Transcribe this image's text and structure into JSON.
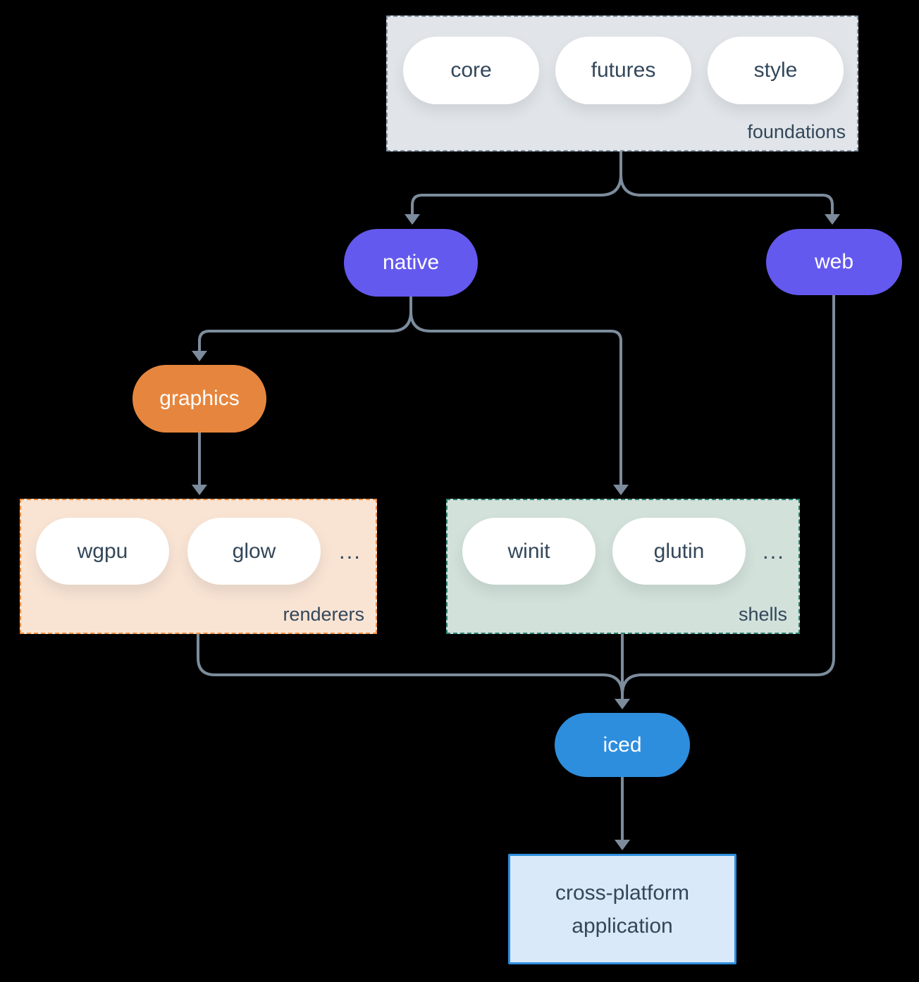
{
  "colors": {
    "background": "#000000",
    "line": "#7c8c9c",
    "text-dark": "#33475a",
    "text-light": "#ffffff",
    "purple": "#6459ee",
    "orange": "#e6863e",
    "blue": "#2e8ede",
    "pill-bg": "#ffffff",
    "foundations-bg": "#e1e5e9",
    "foundations-border": "#8393a3",
    "renderers-bg": "#f9e4d4",
    "renderers-border": "#ec8d41",
    "shells-bg": "#d2e1da",
    "shells-border": "#2b8070",
    "app-bg": "#d9e9f9"
  },
  "groups": {
    "foundations": {
      "label": "foundations",
      "items": [
        "core",
        "futures",
        "style"
      ]
    },
    "renderers": {
      "label": "renderers",
      "items": [
        "wgpu",
        "glow"
      ],
      "more": "..."
    },
    "shells": {
      "label": "shells",
      "items": [
        "winit",
        "glutin"
      ],
      "more": "..."
    }
  },
  "nodes": {
    "native": "native",
    "web": "web",
    "graphics": "graphics",
    "iced": "iced",
    "app": {
      "line1": "cross-platform",
      "line2": "application"
    }
  }
}
